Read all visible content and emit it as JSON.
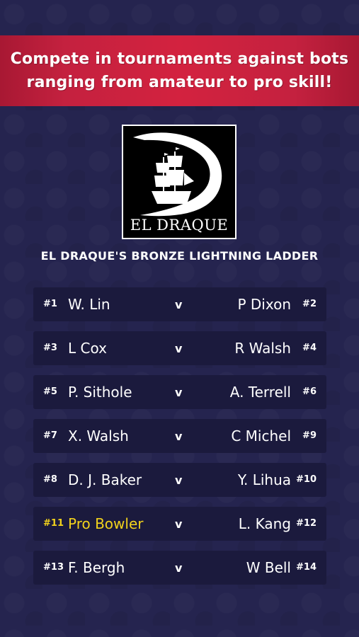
{
  "banner": {
    "text": "Compete in tournaments against bots ranging from amateur to pro skill!"
  },
  "logo": {
    "text": "EL DRAQUE",
    "icon": "ship-logo-icon"
  },
  "ladder": {
    "title": "EL DRAQUE'S BRONZE LIGHTNING LADDER",
    "vs_label": "v",
    "highlight_color": "#f2d21c",
    "matches": [
      {
        "left_seed": "#1",
        "left_name": "W. Lin",
        "right_name": "P Dixon",
        "right_seed": "#2"
      },
      {
        "left_seed": "#3",
        "left_name": "L Cox",
        "right_name": "R Walsh",
        "right_seed": "#4"
      },
      {
        "left_seed": "#5",
        "left_name": "P. Sithole",
        "right_name": "A. Terrell",
        "right_seed": "#6"
      },
      {
        "left_seed": "#7",
        "left_name": "X. Walsh",
        "right_name": "C Michel",
        "right_seed": "#9"
      },
      {
        "left_seed": "#8",
        "left_name": "D. J. Baker",
        "right_name": "Y. Lihua",
        "right_seed": "#10"
      },
      {
        "left_seed": "#11",
        "left_name": "Pro Bowler",
        "right_name": "L. Kang",
        "right_seed": "#12"
      },
      {
        "left_seed": "#13",
        "left_name": "F. Bergh",
        "right_name": "W Bell",
        "right_seed": "#14"
      }
    ]
  }
}
